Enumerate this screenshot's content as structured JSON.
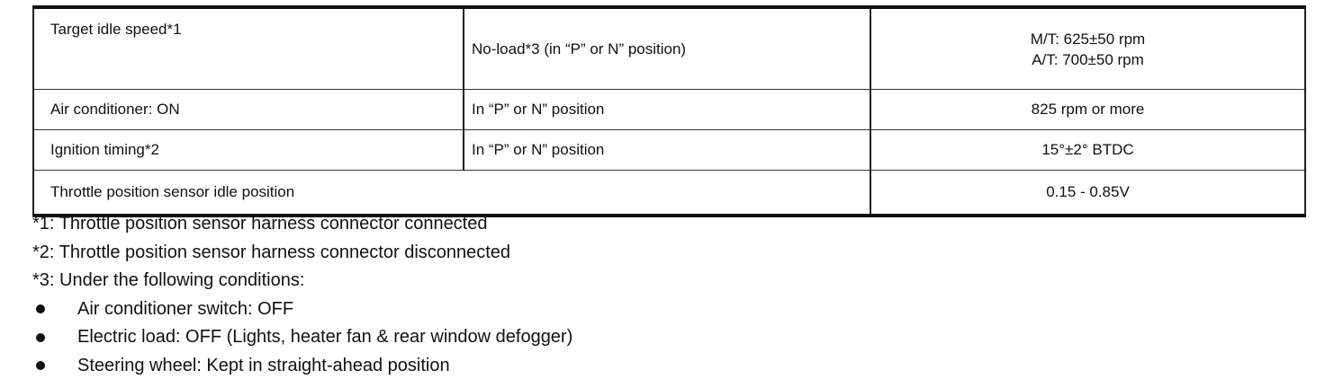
{
  "spec_table": {
    "rows": [
      {
        "item": "Target idle speed*1",
        "condition": "No-load*3 (in “P” or N” position)",
        "values": [
          "M/T: 625±50 rpm",
          "A/T: 700±50 rpm"
        ]
      },
      {
        "item": "Air conditioner: ON",
        "condition": "In “P” or N” position",
        "values": [
          "825 rpm or more"
        ]
      },
      {
        "item": "Ignition timing*2",
        "condition": "In “P” or N” position",
        "values": [
          "15°±2° BTDC"
        ]
      },
      {
        "item": "Throttle position sensor idle position",
        "condition": "",
        "values": [
          "0.15 - 0.85V"
        ]
      }
    ]
  },
  "notes": {
    "footnote_1": "*1: Throttle position sensor harness connector connected",
    "footnote_2": "*2: Throttle position sensor harness connector disconnected",
    "footnote_3": "*3: Under the following conditions:",
    "conditions": [
      "Air conditioner switch: OFF",
      "Electric load: OFF (Lights, heater fan & rear window defogger)",
      "Steering wheel: Kept in straight-ahead position"
    ]
  }
}
